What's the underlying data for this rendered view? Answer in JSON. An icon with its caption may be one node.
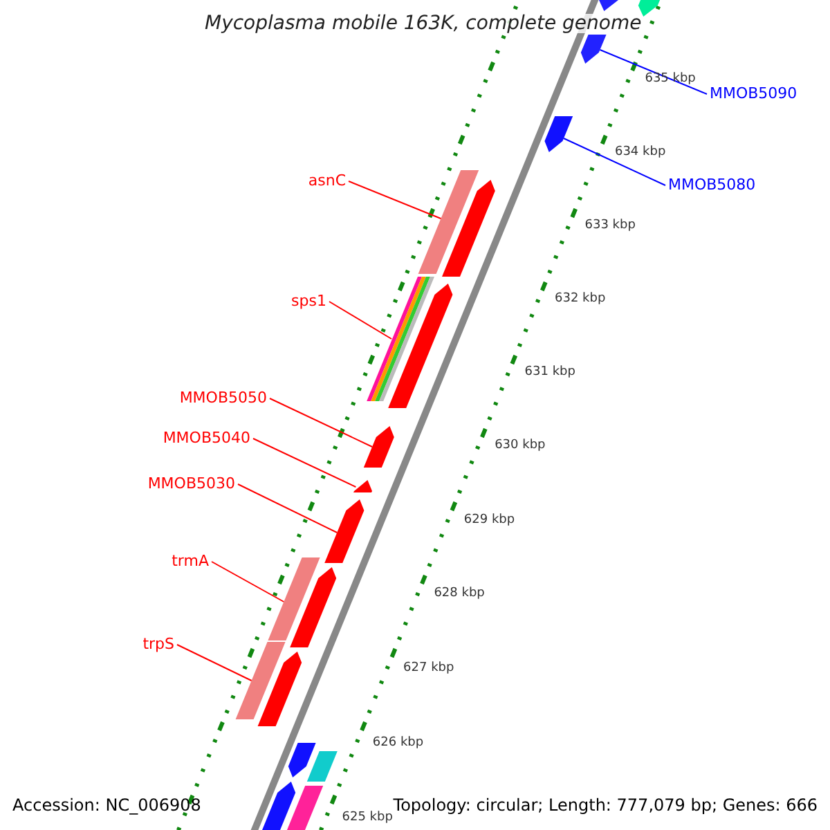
{
  "diagram": {
    "title": "Mycoplasma mobile 163K, complete genome",
    "nodes": [
      {
        "text": [
          "MMOB5090"
        ]
      },
      {
        "text": [],
        "shape": "arrow"
      },
      {
        "text": [
          "MMOB5080"
        ]
      },
      {
        "text": [],
        "shape": "arrow"
      },
      {
        "text": [
          "asnC"
        ]
      },
      {
        "text": [],
        "shape": "bar"
      },
      {
        "text": [
          "sps1"
        ]
      },
      {
        "text": [],
        "shape": "bar"
      },
      {
        "text": [
          "MMOB5050"
        ]
      },
      {
        "text": [],
        "shape": "arrow"
      },
      {
        "text": [
          "MMOB5040"
        ]
      },
      {
        "text": [],
        "shape": "arrow"
      },
      {
        "text": [
          "MMOB5030"
        ]
      },
      {
        "text": [],
        "shape": "arrow"
      },
      {
        "text": [
          "trmA"
        ]
      },
      {
        "text": [],
        "shape": "bar"
      },
      {
        "text": [
          "trpS"
        ]
      },
      {
        "text": [],
        "shape": "bar"
      },
      {
        "text": [],
        "shape": "arrow"
      },
      {
        "text": [],
        "shape": "arrow"
      },
      {
        "text": [],
        "shape": "arrow"
      },
      {
        "text": [],
        "shape": "arrow"
      },
      {
        "text": [],
        "shape": "arrow"
      },
      {
        "text": [],
        "shape": "arrow"
      },
      {
        "text": [],
        "shape": "arrow"
      },
      {
        "text": [],
        "shape": "bar"
      },
      {
        "text": [],
        "shape": "arrow"
      },
      {
        "text": [],
        "shape": "bar"
      }
    ],
    "edges": [
      {
        "from": 0,
        "to": 1,
        "arrow": "none",
        "color": "#0000ff"
      },
      {
        "from": 2,
        "to": 3,
        "arrow": "none",
        "color": "#0000ff"
      },
      {
        "from": 4,
        "to": 5,
        "arrow": "none"
      },
      {
        "from": 6,
        "to": 7,
        "arrow": "none"
      },
      {
        "from": 8,
        "to": 9,
        "arrow": "none"
      },
      {
        "from": 10,
        "to": 11,
        "arrow": "none"
      },
      {
        "from": 12,
        "to": 13,
        "arrow": "none"
      },
      {
        "from": 14,
        "to": 15,
        "arrow": "none"
      },
      {
        "from": 16,
        "to": 17,
        "arrow": "none"
      }
    ],
    "labels": [
      "635 kbp",
      "634 kbp",
      "633 kbp",
      "632 kbp",
      "631 kbp",
      "630 kbp",
      "629 kbp",
      "628 kbp",
      "627 kbp",
      "626 kbp",
      "625 kbp",
      "Accession: NC_006908",
      "Topology: circular; Length: 777,079 bp; Genes: 666"
    ]
  }
}
